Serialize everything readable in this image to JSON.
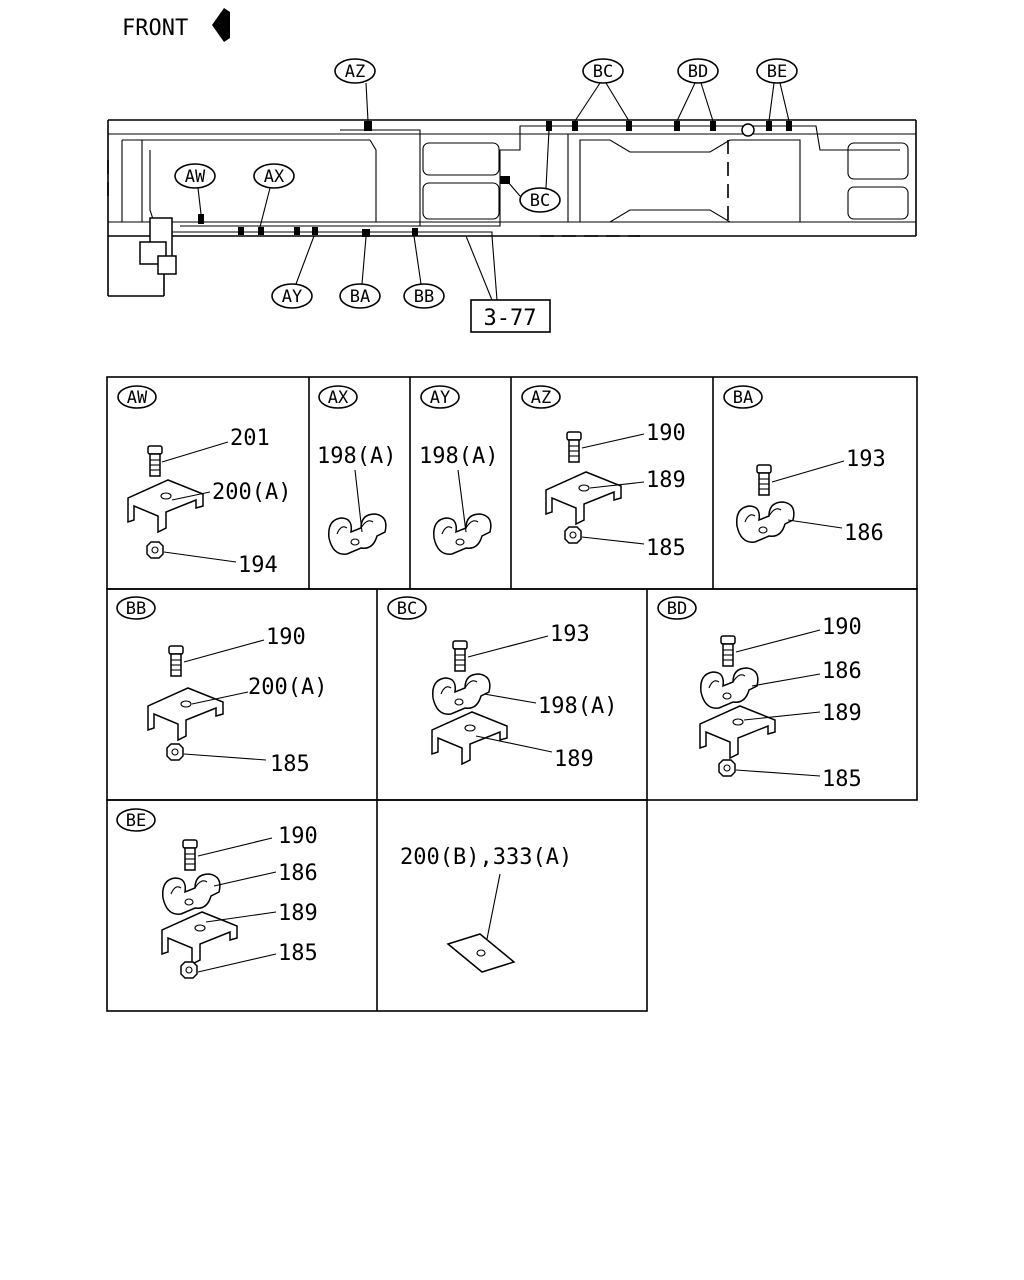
{
  "front_label": "FRONT",
  "overview": {
    "callouts": {
      "aw": "AW",
      "ax": "AX",
      "ay": "AY",
      "az": "AZ",
      "ba": "BA",
      "bb": "BB",
      "bc_top": "BC",
      "bc_low": "BC",
      "bd": "BD",
      "be": "BE"
    },
    "ref_box": "3-77"
  },
  "panels": {
    "aw": {
      "tag": "AW",
      "l1": "201",
      "l2": "200(A)",
      "l3": "194"
    },
    "ax": {
      "tag": "AX",
      "l1": "198(A)"
    },
    "ay": {
      "tag": "AY",
      "l1": "198(A)"
    },
    "az": {
      "tag": "AZ",
      "l1": "190",
      "l2": "189",
      "l3": "185"
    },
    "ba": {
      "tag": "BA",
      "l1": "193",
      "l2": "186"
    },
    "bb": {
      "tag": "BB",
      "l1": "190",
      "l2": "200(A)",
      "l3": "185"
    },
    "bc": {
      "tag": "BC",
      "l1": "193",
      "l2": "198(A)",
      "l3": "189"
    },
    "bd": {
      "tag": "BD",
      "l1": "190",
      "l2": "186",
      "l3": "189",
      "l4": "185"
    },
    "be": {
      "tag": "BE",
      "l1": "190",
      "l2": "186",
      "l3": "189",
      "l4": "185"
    },
    "plate": {
      "l1": "200(B),333(A)"
    }
  }
}
